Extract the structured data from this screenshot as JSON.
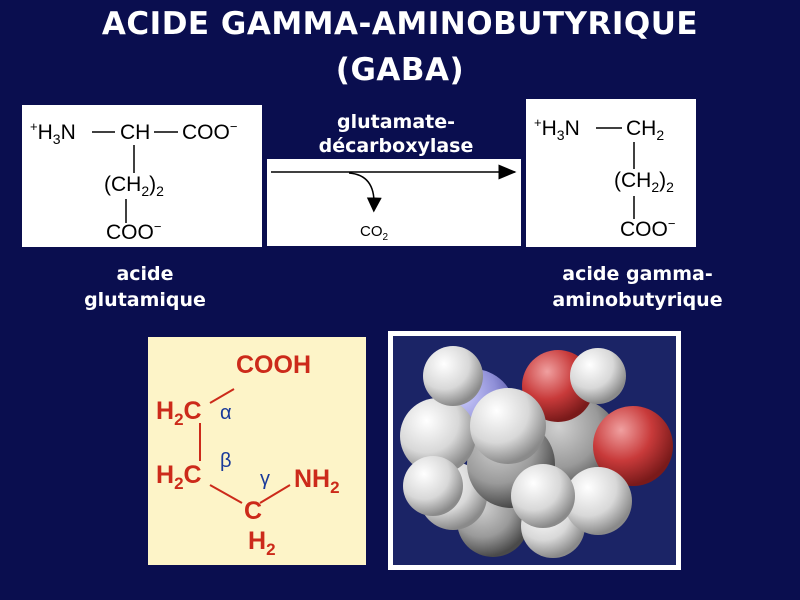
{
  "title": {
    "line1": "ACIDE GAMMA-AMINOBUTYRIQUE",
    "line2": "(GABA)"
  },
  "reaction": {
    "enzyme": "glutamate-décarboxylase",
    "enzyme_line1": "glutamate-",
    "enzyme_line2": "décarboxylase",
    "byproduct_main": "CO",
    "byproduct_sub": "2"
  },
  "glutamate": {
    "label_line1": "acide",
    "label_line2": "glutamique",
    "amine_plus": "+",
    "amine_h": "H",
    "amine_sub": "3",
    "amine_n": "N",
    "ch": "CH",
    "coo_top": "COO",
    "ch2_open": "(CH",
    "ch2_sub": "2",
    "ch2_close": ")",
    "ch2_mult": "2",
    "coo_bottom": "COO",
    "minus": "−"
  },
  "gaba_product": {
    "label_line1": "acide gamma-",
    "label_line2": "aminobutyrique",
    "amine_plus": "+",
    "amine_h": "H",
    "amine_sub": "3",
    "amine_n": "N",
    "ch2_top": "CH",
    "ch2_top_sub": "2",
    "ch2_open": "(CH",
    "ch2_sub": "2",
    "ch2_close": ")",
    "ch2_mult": "2",
    "coo_bottom": "COO",
    "minus": "−"
  },
  "gaba_skeletal": {
    "cooh": "COOH",
    "h2c_a": "H",
    "h2c_a_sub": "2",
    "h2c_a_c": "C",
    "alpha": "α",
    "h2c_b": "H",
    "h2c_b_sub": "2",
    "h2c_b_c": "C",
    "beta": "β",
    "gamma": "γ",
    "c_gamma": "C",
    "h2_gamma": "H",
    "h2_gamma_sub": "2",
    "nh2": "NH",
    "nh2_sub": "2",
    "colors": {
      "background": "#fdf4c8",
      "text": "#cc2a1a",
      "greek": "#1a3a9a"
    }
  },
  "spacefill_model": {
    "colors": {
      "background": "#1b2466",
      "carbon": "#8a8a8a",
      "hydrogen": "#e6e6e6",
      "oxygen": "#c83a3a",
      "nitrogen": "#9090d8"
    }
  },
  "colors": {
    "slide_background": "#0a0e4f",
    "text": "#ffffff"
  }
}
